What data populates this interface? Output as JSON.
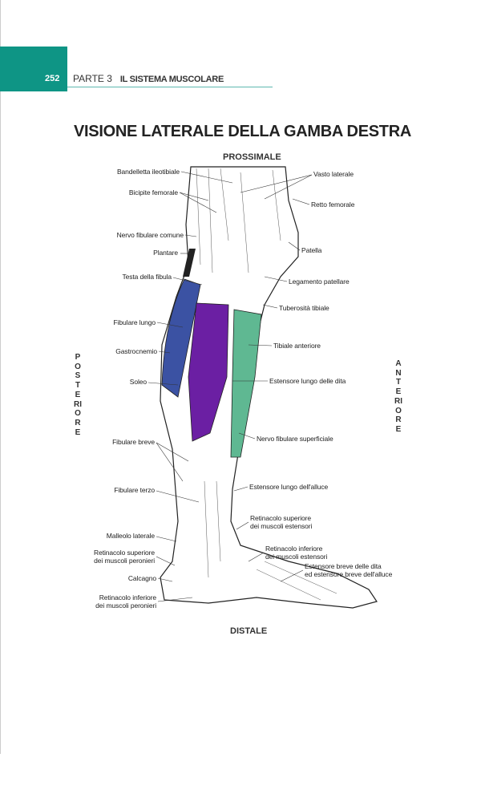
{
  "header": {
    "page_number": "252",
    "part": "PARTE 3",
    "chapter": "IL SISTEMA MUSCOLARE",
    "accent": "#0e9585"
  },
  "figure": {
    "title": "VISIONE LATERALE DELLA GAMBA DESTRA",
    "top": "PROSSIMALE",
    "bottom": "DISTALE",
    "left": "POSTERIORE",
    "right": "ANTERIORE",
    "colors": {
      "fibulare_lungo": "#3b52a3",
      "gastro_soleo": "#6b1fa3",
      "tibiale": "#5fb892"
    },
    "left_labels": [
      "Bandelletta ileotibiale",
      "Bicipite femorale",
      "Nervo fibulare comune",
      "Plantare",
      "Testa della fibula",
      "Fibulare lungo",
      "Gastrocnemio",
      "Soleo",
      "Fibulare breve",
      "Fibulare terzo",
      "Malleolo laterale",
      "Retinacolo superiore",
      "dei muscoli peronieri",
      "Calcagno",
      "Retinacolo inferiore",
      "dei muscoli peronieri"
    ],
    "right_labels": [
      "Vasto laterale",
      "Retto femorale",
      "Patella",
      "Legamento patellare",
      "Tuberosità tibiale",
      "Tibiale anteriore",
      "Estensore lungo delle dita",
      "Nervo fibulare superficiale",
      "Estensore lungo dell'alluce",
      "Retinacolo superiore",
      "dei muscoli estensori",
      "Retinacolo inferiore",
      "dei muscoli estensori",
      "Estensore breve delle dita",
      "ed estensore breve dell'alluce"
    ]
  }
}
